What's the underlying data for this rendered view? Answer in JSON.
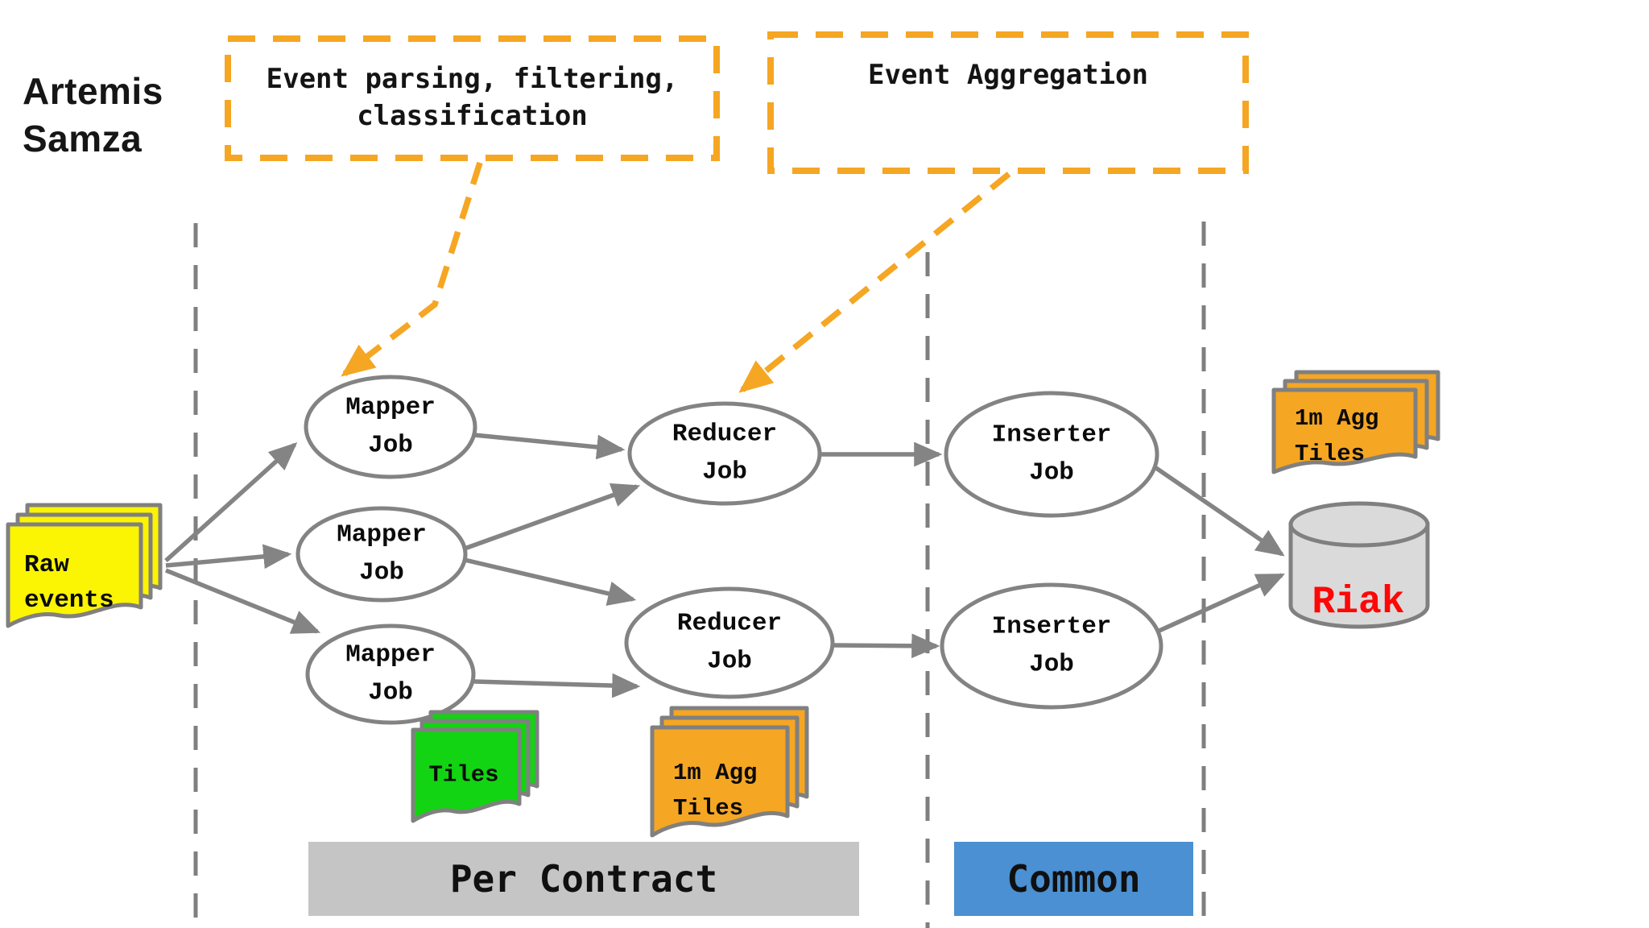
{
  "title": "Artemis\nSamza",
  "callouts": {
    "parsing": "Event parsing, filtering,\nclassification",
    "aggregation": "Event Aggregation"
  },
  "nodes": {
    "mapper1": "Mapper\nJob",
    "mapper2": "Mapper\nJob",
    "mapper3": "Mapper\nJob",
    "reducer1": "Reducer\nJob",
    "reducer2": "Reducer\nJob",
    "inserter1": "Inserter\nJob",
    "inserter2": "Inserter\nJob"
  },
  "datastores": {
    "raw_events": "Raw\nevents",
    "tiles": "Tiles",
    "agg_tiles_mid": "1m Agg\nTiles",
    "agg_tiles_out": "1m Agg\nTiles",
    "riak": "Riak"
  },
  "lanes": {
    "per_contract": "Per Contract",
    "common": "Common"
  },
  "edges": [
    {
      "from": "raw_events",
      "to": "mapper1"
    },
    {
      "from": "raw_events",
      "to": "mapper2"
    },
    {
      "from": "raw_events",
      "to": "mapper3"
    },
    {
      "from": "mapper1",
      "to": "reducer1"
    },
    {
      "from": "mapper2",
      "to": "reducer1"
    },
    {
      "from": "mapper2",
      "to": "reducer2"
    },
    {
      "from": "mapper3",
      "to": "reducer2"
    },
    {
      "from": "reducer1",
      "to": "inserter1"
    },
    {
      "from": "reducer2",
      "to": "inserter2"
    },
    {
      "from": "inserter1",
      "to": "riak"
    },
    {
      "from": "inserter2",
      "to": "riak"
    },
    {
      "from": "callout_parsing",
      "to": "mapper1",
      "style": "dashed-orange"
    },
    {
      "from": "callout_aggregation",
      "to": "reducer1",
      "style": "dashed-orange"
    }
  ],
  "colors": {
    "callout_orange": "#F5A623",
    "doc_yellow": "#FBF402",
    "doc_green": "#12D412",
    "doc_orange": "#F5A623",
    "bar_gray": "#C5C5C5",
    "bar_blue": "#4A90D2",
    "riak_red": "#FF0707",
    "edge_gray": "#848484",
    "node_stroke": "#838383",
    "cylinder_gray": "#DADADA"
  }
}
